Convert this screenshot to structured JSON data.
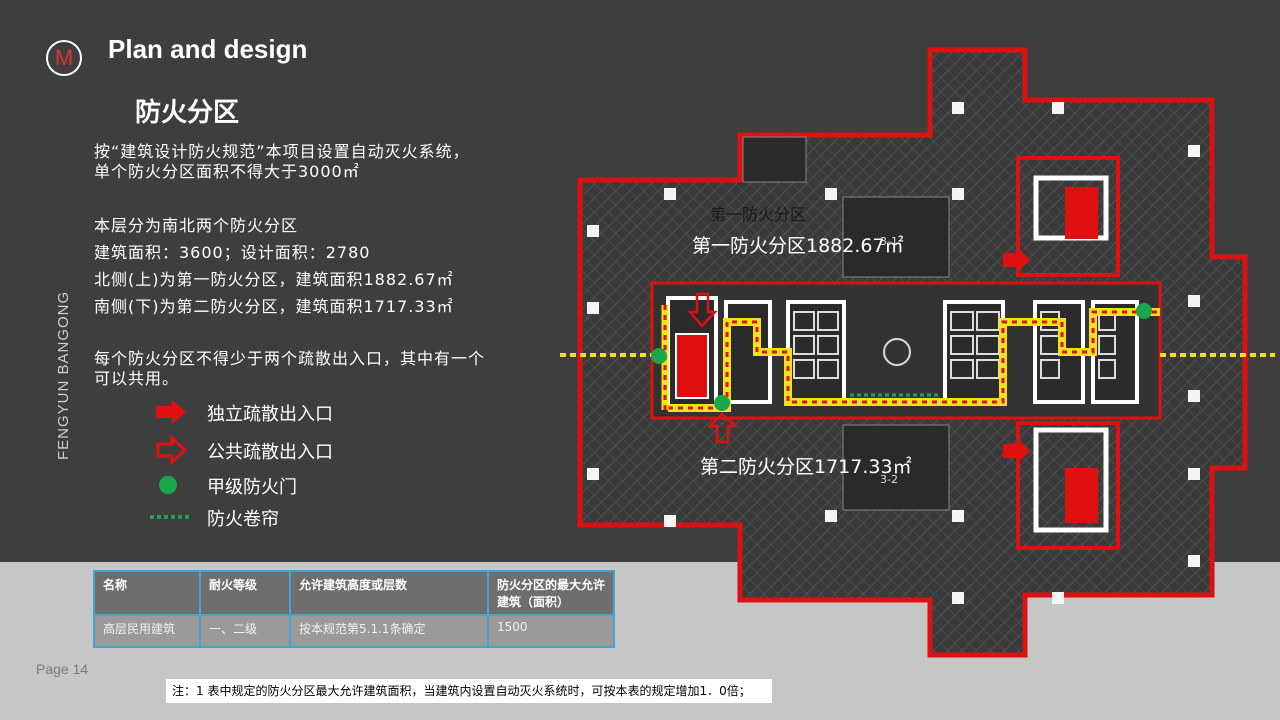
{
  "header": {
    "logo_letter": "M",
    "title": "Plan and design"
  },
  "side_label": "FENGYUN BANGONG",
  "section_title": "防火分区",
  "intro": {
    "line1": "按“建筑设计防火规范”本项目设置自动灭火系统，",
    "line2": "单个防火分区面积不得大于3000㎡"
  },
  "details": [
    "本层分为南北两个防火分区",
    "建筑面积：3600；设计面积：2780",
    "北侧(上)为第一防火分区，建筑面积1882.67㎡",
    "南侧(下)为第二防火分区，建筑面积1717.33㎡"
  ],
  "rule": {
    "line1": "每个防火分区不得少于两个疏散出入口，其中有一个",
    "line2": "可以共用。"
  },
  "legend": [
    {
      "icon": "solid-red-arrow-icon",
      "label": "独立疏散出入口"
    },
    {
      "icon": "outline-red-arrow-icon",
      "label": "公共疏散出入口"
    },
    {
      "icon": "green-dot-icon",
      "label": "甲级防火门"
    },
    {
      "icon": "green-dashed-line-icon",
      "label": "防火卷帘"
    }
  ],
  "plan": {
    "zone1_faint_label": "第一防火分区",
    "zone1_label": "第一防火分区1882.67㎡",
    "zone2_label": "第二防火分区1717.33㎡",
    "room_tag_top": "3-1",
    "room_tag_bottom": "3-2"
  },
  "table": {
    "headers": [
      "名称",
      "耐火等级",
      "允许建筑高度或层数",
      "防火分区的最大允许建筑（面积）"
    ],
    "rows": [
      [
        "高层民用建筑",
        "一、二级",
        "按本规范第5.1.1条确定",
        "1500"
      ]
    ]
  },
  "page": "Page 14",
  "note": "注：1  表中规定的防火分区最大允许建筑面积，当建筑内设置自动灭火系统时，可按本表的规定增加1．0倍；",
  "colors": {
    "background": "#3e3e3e",
    "red": "#e01010",
    "green": "#1aa64a",
    "yellow": "#f2e21a",
    "table_border": "#3fa7d6"
  }
}
